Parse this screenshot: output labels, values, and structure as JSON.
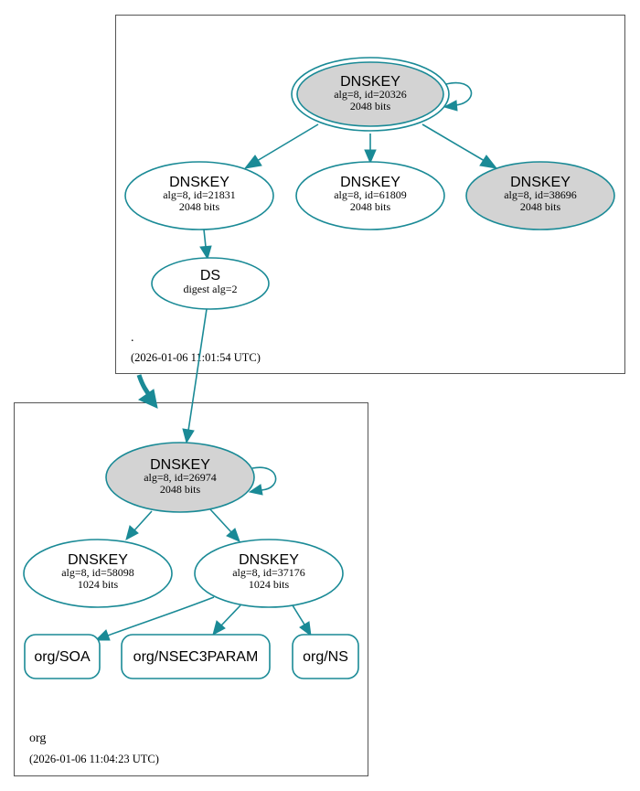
{
  "colors": {
    "edge": "#1a8a96",
    "node_fill_default": "#ffffff",
    "node_fill_highlight": "#d3d3d3",
    "zone_border": "#555555"
  },
  "zones": {
    "root": {
      "name": ".",
      "timestamp": "(2026-01-06 11:01:54 UTC)"
    },
    "org": {
      "name": "org",
      "timestamp": "(2026-01-06 11:04:23 UTC)"
    }
  },
  "nodes": {
    "root_ksk": {
      "title": "DNSKEY",
      "line1": "alg=8, id=20326",
      "line2": "2048 bits",
      "highlighted": true,
      "double_border": true
    },
    "root_zsk_21831": {
      "title": "DNSKEY",
      "line1": "alg=8, id=21831",
      "line2": "2048 bits",
      "highlighted": false
    },
    "root_zsk_61809": {
      "title": "DNSKEY",
      "line1": "alg=8, id=61809",
      "line2": "2048 bits",
      "highlighted": false
    },
    "root_key_38696": {
      "title": "DNSKEY",
      "line1": "alg=8, id=38696",
      "line2": "2048 bits",
      "highlighted": true
    },
    "ds": {
      "title": "DS",
      "line1": "digest alg=2"
    },
    "org_ksk": {
      "title": "DNSKEY",
      "line1": "alg=8, id=26974",
      "line2": "2048 bits",
      "highlighted": true
    },
    "org_zsk_58098": {
      "title": "DNSKEY",
      "line1": "alg=8, id=58098",
      "line2": "1024 bits",
      "highlighted": false
    },
    "org_zsk_37176": {
      "title": "DNSKEY",
      "line1": "alg=8, id=37176",
      "line2": "1024 bits",
      "highlighted": false
    },
    "org_soa": {
      "title": "org/SOA"
    },
    "org_nsec3param": {
      "title": "org/NSEC3PARAM"
    },
    "org_ns": {
      "title": "org/NS"
    }
  }
}
